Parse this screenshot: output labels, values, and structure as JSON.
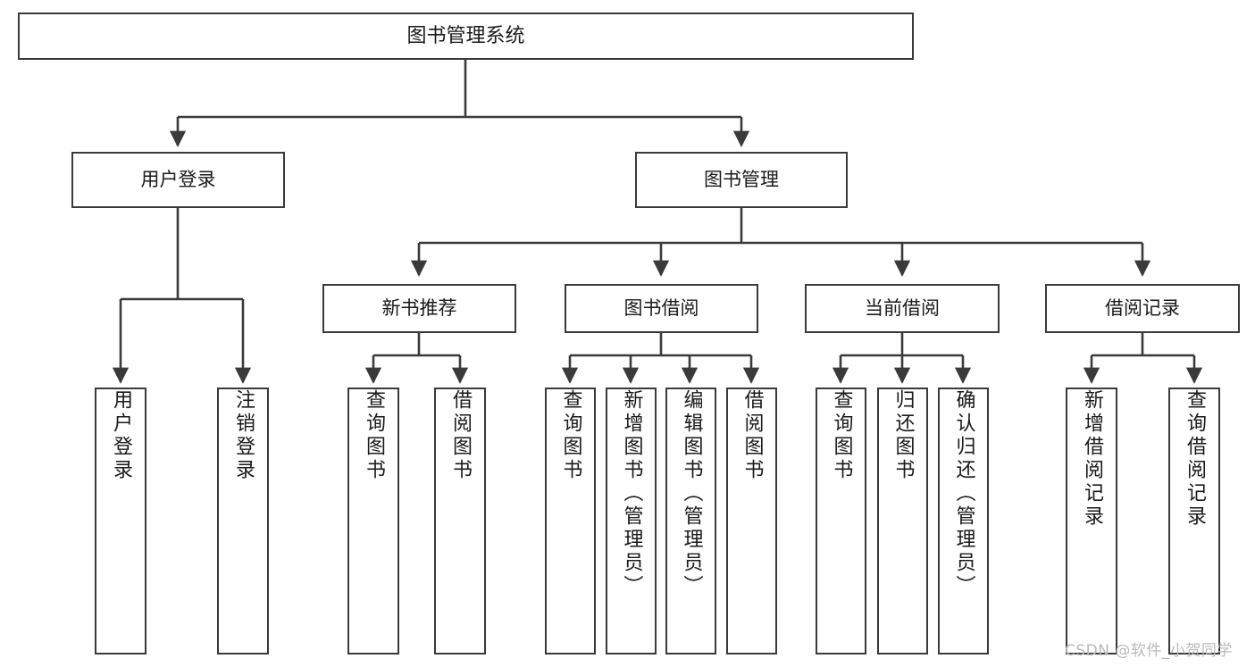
{
  "diagram": {
    "type": "tree",
    "title": "图书管理系统",
    "root": {
      "id": "root",
      "label": "图书管理系统",
      "orientation": "horizontal"
    },
    "level2": [
      {
        "id": "user-login",
        "label": "用户登录",
        "orientation": "horizontal"
      },
      {
        "id": "book-management",
        "label": "图书管理",
        "orientation": "horizontal"
      }
    ],
    "level3": [
      {
        "id": "new-book-recommend",
        "label": "新书推荐",
        "orientation": "horizontal",
        "parent": "book-management"
      },
      {
        "id": "book-borrow",
        "label": "图书借阅",
        "orientation": "horizontal",
        "parent": "book-management"
      },
      {
        "id": "current-borrow",
        "label": "当前借阅",
        "orientation": "horizontal",
        "parent": "book-management"
      },
      {
        "id": "borrow-record",
        "label": "借阅记录",
        "orientation": "horizontal",
        "parent": "book-management"
      }
    ],
    "leaves": [
      {
        "id": "leaf-user-login",
        "label": "用户登录",
        "parent": "user-login"
      },
      {
        "id": "leaf-logout",
        "label": "注销登录",
        "parent": "user-login"
      },
      {
        "id": "leaf-query-book-1",
        "label": "查询图书",
        "parent": "new-book-recommend"
      },
      {
        "id": "leaf-borrow-book-1",
        "label": "借阅图书",
        "parent": "new-book-recommend"
      },
      {
        "id": "leaf-query-book-2",
        "label": "查询图书",
        "parent": "book-borrow"
      },
      {
        "id": "leaf-add-book",
        "label": "新增图书（管理员）",
        "parent": "book-borrow"
      },
      {
        "id": "leaf-edit-book",
        "label": "编辑图书（管理员）",
        "parent": "book-borrow"
      },
      {
        "id": "leaf-borrow-book-2",
        "label": "借阅图书",
        "parent": "book-borrow"
      },
      {
        "id": "leaf-query-book-3",
        "label": "查询图书",
        "parent": "current-borrow"
      },
      {
        "id": "leaf-return-book",
        "label": "归还图书",
        "parent": "current-borrow"
      },
      {
        "id": "leaf-confirm-return",
        "label": "确认归还（管理员）",
        "parent": "current-borrow"
      },
      {
        "id": "leaf-add-record",
        "label": "新增借阅记录",
        "parent": "borrow-record"
      },
      {
        "id": "leaf-query-record",
        "label": "查询借阅记录",
        "parent": "borrow-record"
      }
    ]
  },
  "watermark": {
    "text": "CSDN @软件_小贺同学"
  },
  "colors": {
    "stroke": "#3a3a3a",
    "background": "#ffffff",
    "text": "#1a1a1a",
    "watermark": "#b9b9b9"
  }
}
